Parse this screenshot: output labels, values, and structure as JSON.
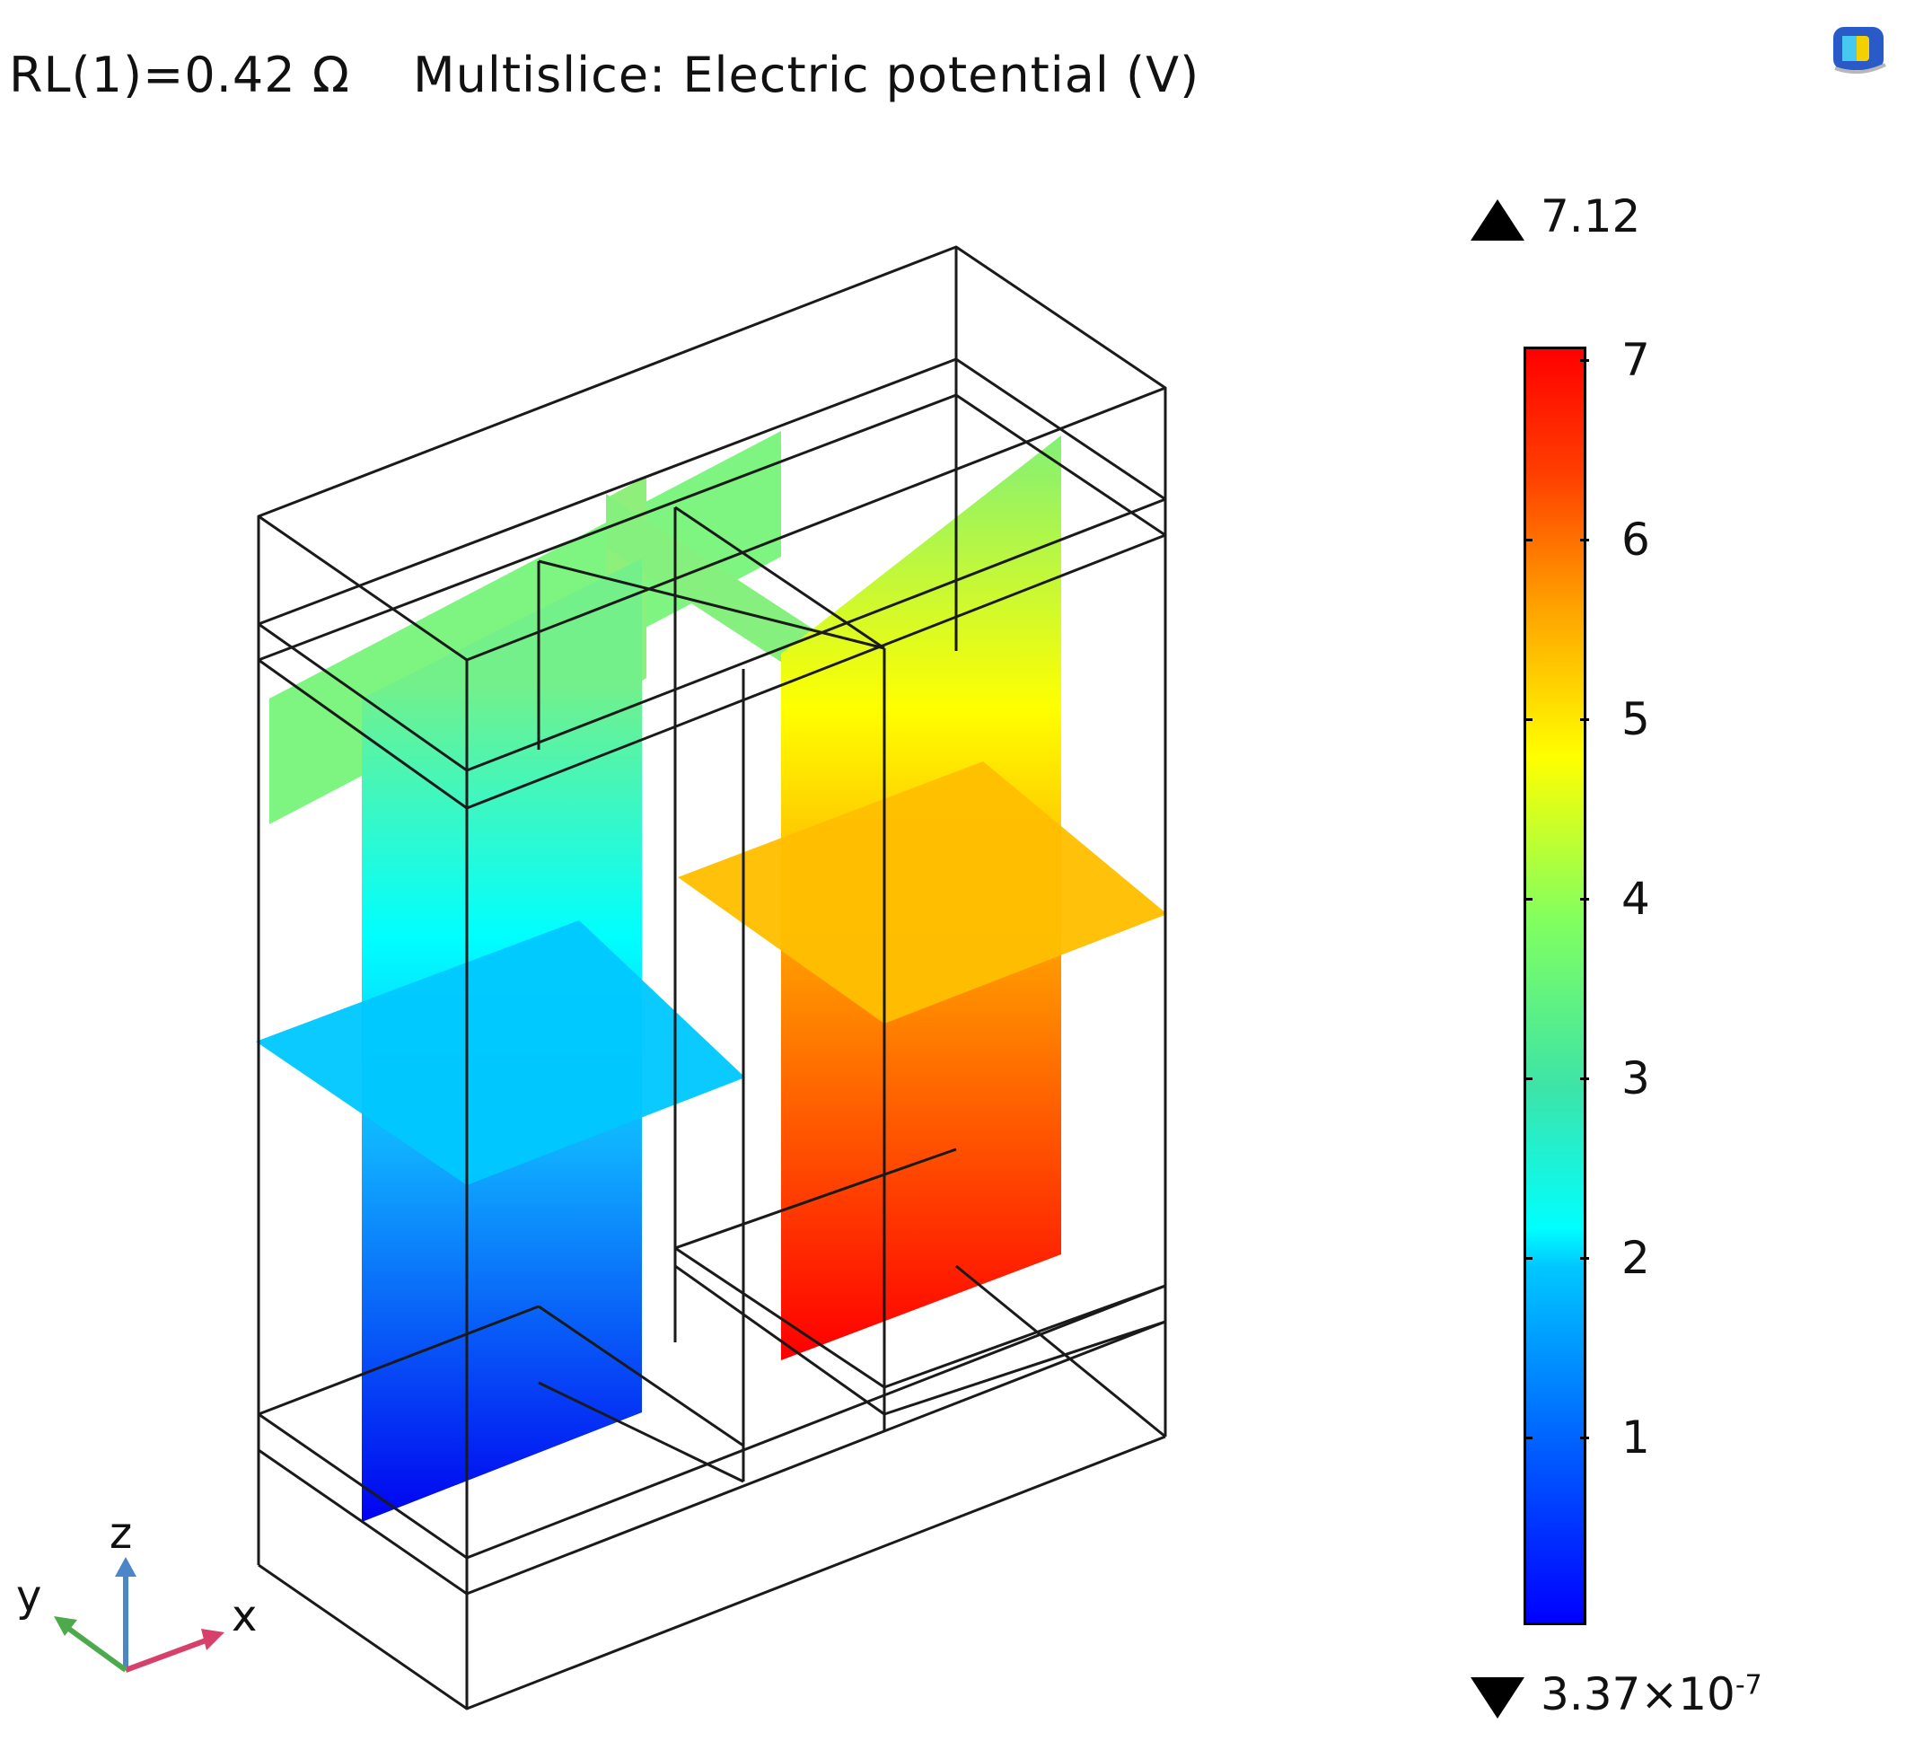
{
  "header": {
    "resistance_label": "RL(1)=0.42 Ω",
    "plot_title": "Multislice: Electric potential (V)"
  },
  "icons": {
    "app": "comsol-graphics-icon"
  },
  "colorbar": {
    "max_label": "7.12",
    "min_mantissa": "3.37",
    "min_times": "×10",
    "min_exponent": "-7",
    "ticks": [
      "7",
      "6",
      "5",
      "4",
      "3",
      "2",
      "1"
    ],
    "colormap": "rainbow",
    "colors": [
      "#0000ff",
      "#00ffff",
      "#ffff00",
      "#ff0000"
    ]
  },
  "axes_triad": {
    "x": "x",
    "y": "y",
    "z": "z",
    "x_color": "#d6406a",
    "y_color": "#4caa4c",
    "z_color": "#4a86c8"
  }
}
